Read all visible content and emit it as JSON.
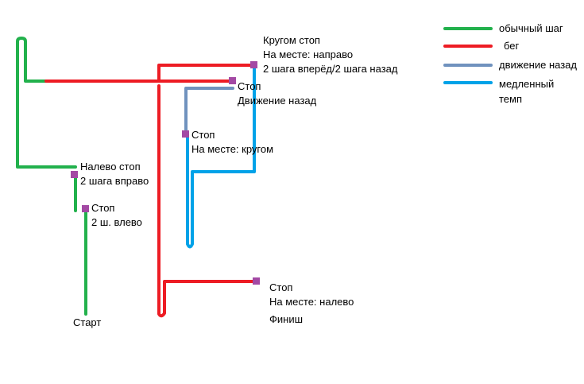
{
  "legend": {
    "items": [
      {
        "label": "обычный шаг",
        "color": "#22b14c"
      },
      {
        "label": "бег",
        "color": "#ed1c24"
      },
      {
        "label": "движение назад",
        "color": "#7092be"
      },
      {
        "label": "медленный",
        "label2": "темп",
        "color": "#00a2e8"
      }
    ]
  },
  "colors": {
    "normal": "#22b14c",
    "run": "#ed1c24",
    "back": "#7092be",
    "slow": "#00a2e8",
    "marker": "#a349a4"
  },
  "labels": {
    "start": "Старт",
    "stop1": {
      "line1": "Стоп",
      "line2": "2 ш. влево"
    },
    "stop2": {
      "line1": "Налево стоп",
      "line2": "2 шага вправо"
    },
    "stop3": {
      "line1": "Кругом стоп",
      "line2": "На месте: направо",
      "line3": "2 шага вперёд/2 шага назад"
    },
    "stop4": {
      "line1": "Стоп",
      "line2": "Движение назад"
    },
    "stop5": {
      "line1": "Стоп",
      "line2": "На месте: кругом"
    },
    "stop6": {
      "line1": "Стоп",
      "line2": "На месте: налево"
    },
    "finish": "Финиш"
  }
}
